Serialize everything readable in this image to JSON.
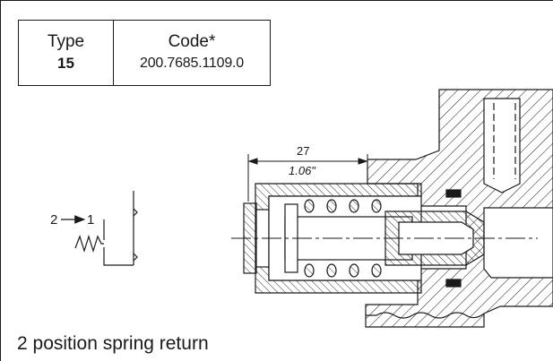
{
  "table": {
    "type_header": "Type",
    "type_value": "15",
    "code_header": "Code*",
    "code_value": "200.7685.1109.0"
  },
  "symbol": {
    "port_from": "2",
    "port_to": "1"
  },
  "dimension": {
    "mm": "27",
    "inch": "1.06\""
  },
  "caption": "2 position spring return"
}
